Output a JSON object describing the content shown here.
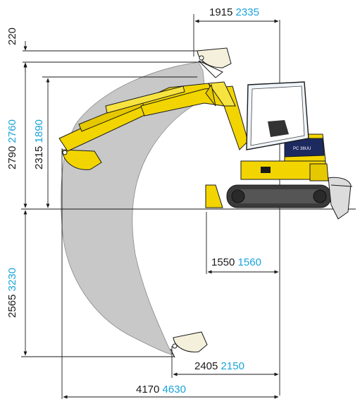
{
  "colors": {
    "line": "#1a1a1a",
    "accent": "#1aa3d9",
    "envelope": "#c8c8c8",
    "machine_yellow": "#f2d500",
    "track": "#3a3a3a"
  },
  "dimensions": {
    "top_width": {
      "black": "1915",
      "blue": "2335"
    },
    "top_offset": {
      "black": "220"
    },
    "max_height": {
      "black": "2790",
      "blue": "2760"
    },
    "dump_height": {
      "black": "2315",
      "blue": "1890"
    },
    "dig_depth": {
      "black": "2565",
      "blue": "3230"
    },
    "tail_radius": {
      "black": "1550",
      "blue": "1560"
    },
    "bottom_reach": {
      "black": "2405",
      "blue": "2150"
    },
    "max_reach": {
      "black": "4170",
      "blue": "4630"
    }
  },
  "machine": {
    "model_badge": "PC 38UU"
  }
}
